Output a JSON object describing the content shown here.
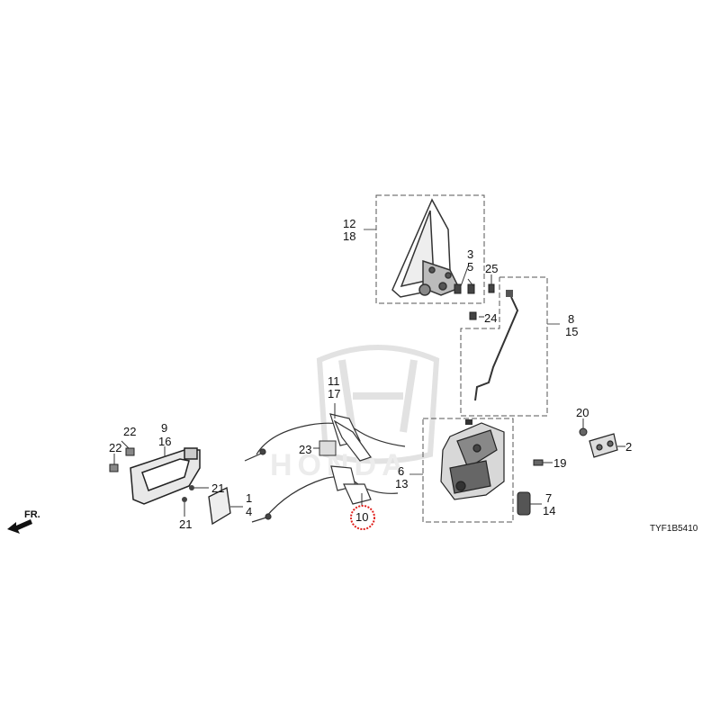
{
  "diagram": {
    "code": "TYF1B5410",
    "direction_label": "FR.",
    "highlight_color": "#e0201c",
    "watermark": "HONDA",
    "callouts": [
      {
        "id": "12",
        "text": "12"
      },
      {
        "id": "18",
        "text": "18"
      },
      {
        "id": "3",
        "text": "3"
      },
      {
        "id": "5",
        "text": "5"
      },
      {
        "id": "25",
        "text": "25"
      },
      {
        "id": "24",
        "text": "24"
      },
      {
        "id": "8",
        "text": "8"
      },
      {
        "id": "15",
        "text": "15"
      },
      {
        "id": "11",
        "text": "11"
      },
      {
        "id": "17",
        "text": "17"
      },
      {
        "id": "23",
        "text": "23"
      },
      {
        "id": "10",
        "text": "10"
      },
      {
        "id": "22a",
        "text": "22"
      },
      {
        "id": "22b",
        "text": "22"
      },
      {
        "id": "9",
        "text": "9"
      },
      {
        "id": "16",
        "text": "16"
      },
      {
        "id": "21a",
        "text": "21"
      },
      {
        "id": "21b",
        "text": "21"
      },
      {
        "id": "1",
        "text": "1"
      },
      {
        "id": "4",
        "text": "4"
      },
      {
        "id": "6",
        "text": "6"
      },
      {
        "id": "13",
        "text": "13"
      },
      {
        "id": "19",
        "text": "19"
      },
      {
        "id": "7",
        "text": "7"
      },
      {
        "id": "14",
        "text": "14"
      },
      {
        "id": "20",
        "text": "20"
      },
      {
        "id": "2",
        "text": "2"
      }
    ]
  }
}
